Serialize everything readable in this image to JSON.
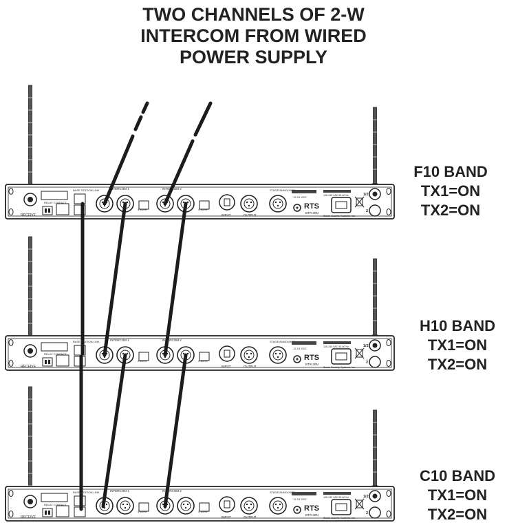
{
  "title": {
    "line1": "TWO CHANNELS OF 2-W",
    "line2": "INTERCOM FROM WIRED",
    "line3": "POWER SUPPLY"
  },
  "units": [
    {
      "band": "F10 BAND",
      "tx1": "TX1=ON",
      "tx2": "TX2=ON"
    },
    {
      "band": "H10 BAND",
      "tx1": "TX1=ON",
      "tx2": "TX2=ON"
    },
    {
      "band": "C10 BAND",
      "tx1": "TX1=ON",
      "tx2": "TX2=ON"
    }
  ],
  "panel": {
    "receive": "RECEIVE",
    "relay_contact": "RELAY CONTACT",
    "base_station_link": "BASE STATION LINK",
    "intercom_1": "INTERCOM 1",
    "intercom_2": "INTERCOM 2",
    "four_wire": "4 WIRE",
    "input": "INPUT",
    "output": "OUTPUT",
    "stage_announce": "STAGE ANNOUNCE",
    "brand": "RTS",
    "model": "BTR-30N",
    "power_rating": "12-15 VDC",
    "ac_rating": "100-240 VAC 50-60 Hz",
    "maker": "Bosch Security Systems, Inc.",
    "ant_1_2": "1/2",
    "ant_2": "2"
  },
  "colors": {
    "ink": "#222222",
    "cable": "#1c1c1c"
  }
}
